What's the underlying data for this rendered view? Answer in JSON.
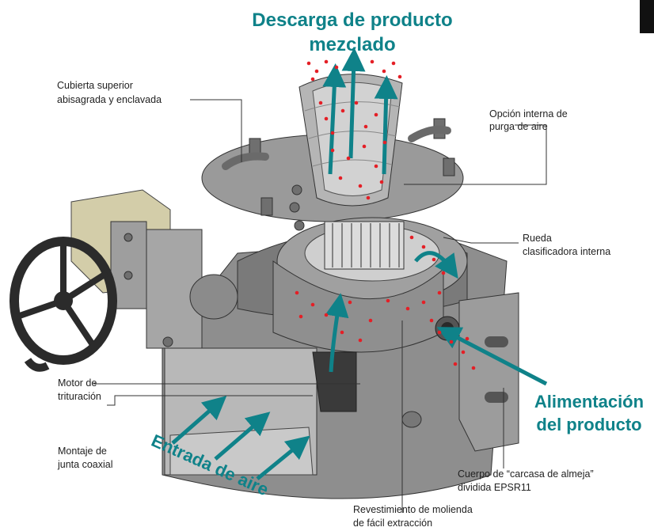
{
  "title": {
    "line1": "Descarga de producto",
    "line2": "mezclado"
  },
  "labels": {
    "cover_line1": "Cubierta superior",
    "cover_line2": "abisagrada y enclavada",
    "purge_line1": "Opción interna de",
    "purge_line2": "purga de aire",
    "wheel_line1": "Rueda",
    "wheel_line2": "clasificadora interna",
    "motor_line1": "Motor de",
    "motor_line2": "trituración",
    "seal_line1": "Montaje de",
    "seal_line2": "junta coaxial",
    "body_line1": "Cuerpo de “carcasa de almeja”",
    "body_line2": "dividida EPSR11",
    "liner_line1": "Revestimiento de molienda",
    "liner_line2": "de fácil extracción"
  },
  "callouts": {
    "feed_line1": "Alimentación",
    "feed_line2": "del producto",
    "air_inlet": "Entrada de aire"
  },
  "colors": {
    "accent": "#0f8289",
    "particles": "#e41f26",
    "metal": "#a9a9a9",
    "metal_dark": "#6f6f6f",
    "gear": "#cfc9a6"
  }
}
